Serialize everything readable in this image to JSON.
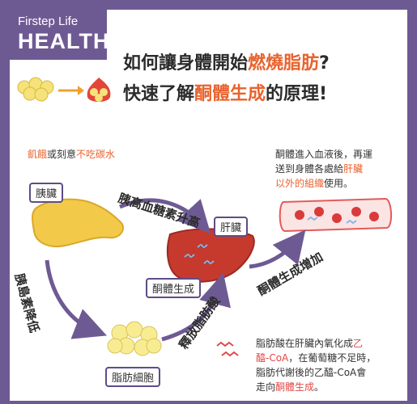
{
  "brand": {
    "line1": "Firstep Life",
    "line2": "HEALTH"
  },
  "title": {
    "line1_a": "如何讓身體開始",
    "line1_b": "燃燒脂肪",
    "line1_c": "?",
    "line2_a": "快速了解",
    "line2_b": "酮體生成",
    "line2_c": "的原理!"
  },
  "labels": {
    "trigger_a": "飢餓",
    "trigger_b": "或刻意",
    "trigger_c": "不吃碳水",
    "pancreas": "胰臟",
    "liver": "肝臟",
    "ketone": "酮體生成",
    "fat_cell": "脂肪細胞",
    "glucagon_rise": "胰高血糖素升高",
    "insulin_drop": "胰島素降低",
    "release_fa": "釋放脂肪酸",
    "ketone_increase": "酮體生成增加"
  },
  "notes": {
    "blood_1": "酮體進入血液後，再運",
    "blood_2": "送到身體各處給",
    "blood_2_hl": "肝臟",
    "blood_3_hl": "以外的組織",
    "blood_3": "使用。",
    "fa_1a": "脂肪酸在肝臟內氧化成",
    "fa_1b": "乙",
    "fa_2a": "醯-CoA",
    "fa_2b": "，在葡萄糖不足時，",
    "fa_3": "脂肪代謝後的乙醯-CoA會",
    "fa_4a": "走向",
    "fa_4b": "酮體生成",
    "fa_4c": "。"
  },
  "colors": {
    "accent": "#e8632e",
    "brand": "#6e5a93",
    "arrow": "#6e5a93"
  }
}
